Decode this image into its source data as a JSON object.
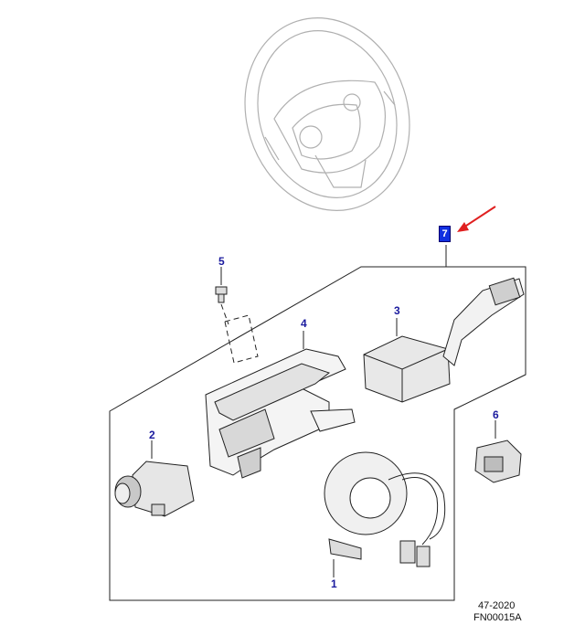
{
  "callouts": {
    "c1": "1",
    "c2": "2",
    "c3": "3",
    "c4": "4",
    "c5": "5",
    "c6": "6",
    "c7": "7"
  },
  "ref": {
    "code": "47-2020",
    "figure": "FN00015A"
  },
  "colors": {
    "callout": "#1a1a9e",
    "highlight": "#1030e0",
    "arrow": "#e02020",
    "line": "#222222"
  }
}
